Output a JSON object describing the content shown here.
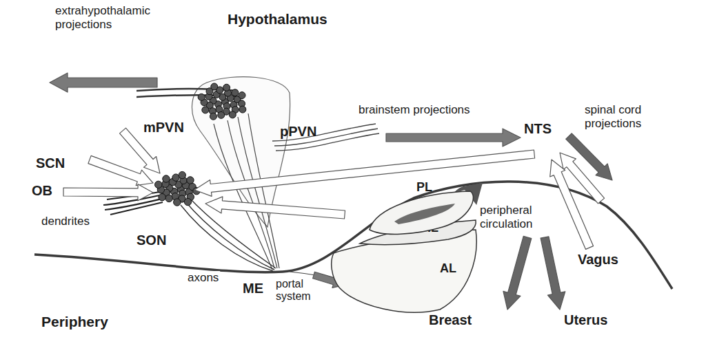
{
  "diagram": {
    "nodes": [
      {
        "text": [
          "PL"
        ]
      },
      {
        "text": [
          "IL"
        ]
      },
      {
        "text": [
          "AL"
        ]
      }
    ],
    "labels": [
      "extrahypothalamic projections",
      "Hypothalamus",
      "brainstem projections",
      "mPVN",
      "pPVN",
      "NTS",
      "spinal cord projections",
      "SCN",
      "OB",
      "dendrites",
      "SON",
      "axons",
      "ME",
      "portal system",
      "peripheral circulation",
      "Vagus",
      "Breast",
      "Uterus",
      "Periphery"
    ]
  }
}
